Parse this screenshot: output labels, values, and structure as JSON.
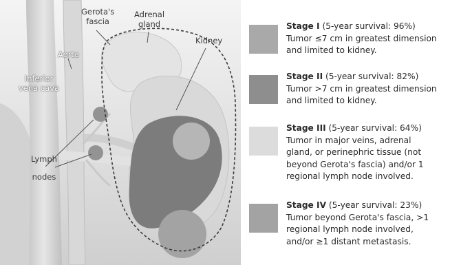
{
  "labels": {
    "gerota": [
      "Gerota's",
      "fascia"
    ],
    "adrenal": [
      "Adrenal",
      "gland"
    ],
    "kidney": "Kidney",
    "aorta": "Aorta",
    "ivc": [
      "Inferior",
      "vena cava"
    ],
    "lymph": [
      "Lymph",
      "nodes"
    ]
  },
  "stages": [
    {
      "name": "Stage I",
      "survival": "(5-year survival: 96%)",
      "lines": [
        "Tumor ≤7 cm in greatest dimension",
        "and limited to kidney."
      ],
      "color": "#a9a9a9"
    },
    {
      "name": "Stage II",
      "survival": "(5-year survival: 82%)",
      "lines": [
        "Tumor >7 cm in greatest dimension",
        "and limited to kidney."
      ],
      "color": "#8e8e8e"
    },
    {
      "name": "Stage III",
      "survival": "(5-year survival: 64%)",
      "lines": [
        "Tumor in major veins, adrenal",
        "gland, or perinephric tissue (not",
        "beyond Gerota's fascia) and/or 1",
        "regional lymph node involved."
      ],
      "color": "#dcdcdc"
    },
    {
      "name": "Stage IV",
      "survival": "(5-year survival: 23%)",
      "lines": [
        "Tumor beyond Gerota's fascia, >1",
        "regional lymph node involved,",
        "and/or ≥1 distant metastasis."
      ],
      "color": "#a3a3a3"
    }
  ]
}
